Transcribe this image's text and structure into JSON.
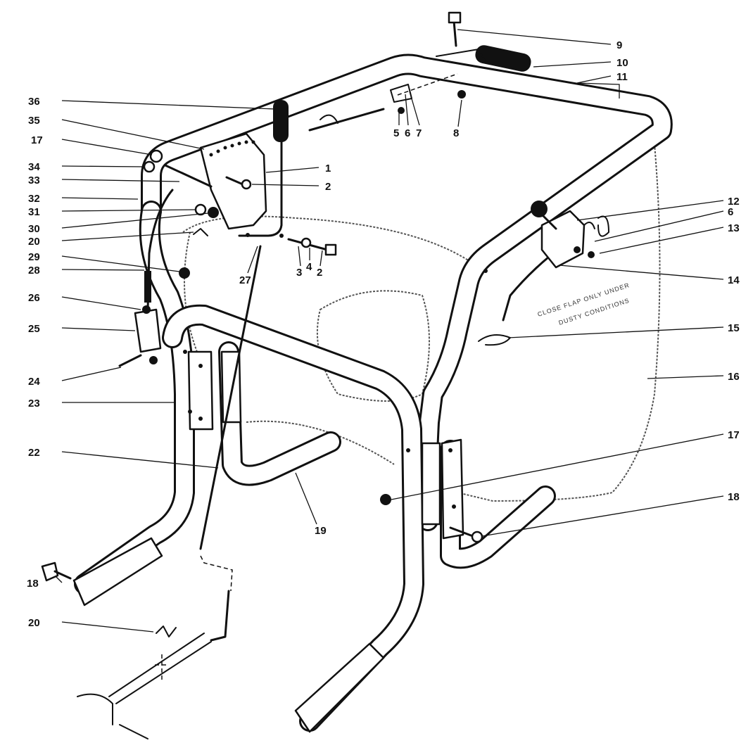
{
  "diagram": {
    "callouts": [
      {
        "id": "c9",
        "label": "9"
      },
      {
        "id": "c10",
        "label": "10"
      },
      {
        "id": "c11",
        "label": "11"
      },
      {
        "id": "c36",
        "label": "36"
      },
      {
        "id": "c35",
        "label": "35"
      },
      {
        "id": "c17a",
        "label": "17"
      },
      {
        "id": "c34",
        "label": "34"
      },
      {
        "id": "c1",
        "label": "1"
      },
      {
        "id": "c33",
        "label": "33"
      },
      {
        "id": "c2a",
        "label": "2"
      },
      {
        "id": "c5",
        "label": "5"
      },
      {
        "id": "c6a",
        "label": "6"
      },
      {
        "id": "c7",
        "label": "7"
      },
      {
        "id": "c8",
        "label": "8"
      },
      {
        "id": "c32",
        "label": "32"
      },
      {
        "id": "c31",
        "label": "31"
      },
      {
        "id": "c30",
        "label": "30"
      },
      {
        "id": "c20a",
        "label": "20"
      },
      {
        "id": "c29",
        "label": "29"
      },
      {
        "id": "c27",
        "label": "27"
      },
      {
        "id": "c3",
        "label": "3"
      },
      {
        "id": "c4",
        "label": "4"
      },
      {
        "id": "c2b",
        "label": "2"
      },
      {
        "id": "c12",
        "label": "12"
      },
      {
        "id": "c6b",
        "label": "6"
      },
      {
        "id": "c13",
        "label": "13"
      },
      {
        "id": "c14",
        "label": "14"
      },
      {
        "id": "c28",
        "label": "28"
      },
      {
        "id": "c26",
        "label": "26"
      },
      {
        "id": "c25",
        "label": "25"
      },
      {
        "id": "c15",
        "label": "15"
      },
      {
        "id": "c24",
        "label": "24"
      },
      {
        "id": "c16",
        "label": "16"
      },
      {
        "id": "c23",
        "label": "23"
      },
      {
        "id": "c17b",
        "label": "17"
      },
      {
        "id": "c22",
        "label": "22"
      },
      {
        "id": "c18a",
        "label": "18"
      },
      {
        "id": "c19",
        "label": "19"
      },
      {
        "id": "c18b",
        "label": "18"
      },
      {
        "id": "c20b",
        "label": "20"
      }
    ],
    "decal_lines": [
      "CLOSE FLAP ONLY UNDER",
      "DUSTY CONDITIONS"
    ]
  }
}
